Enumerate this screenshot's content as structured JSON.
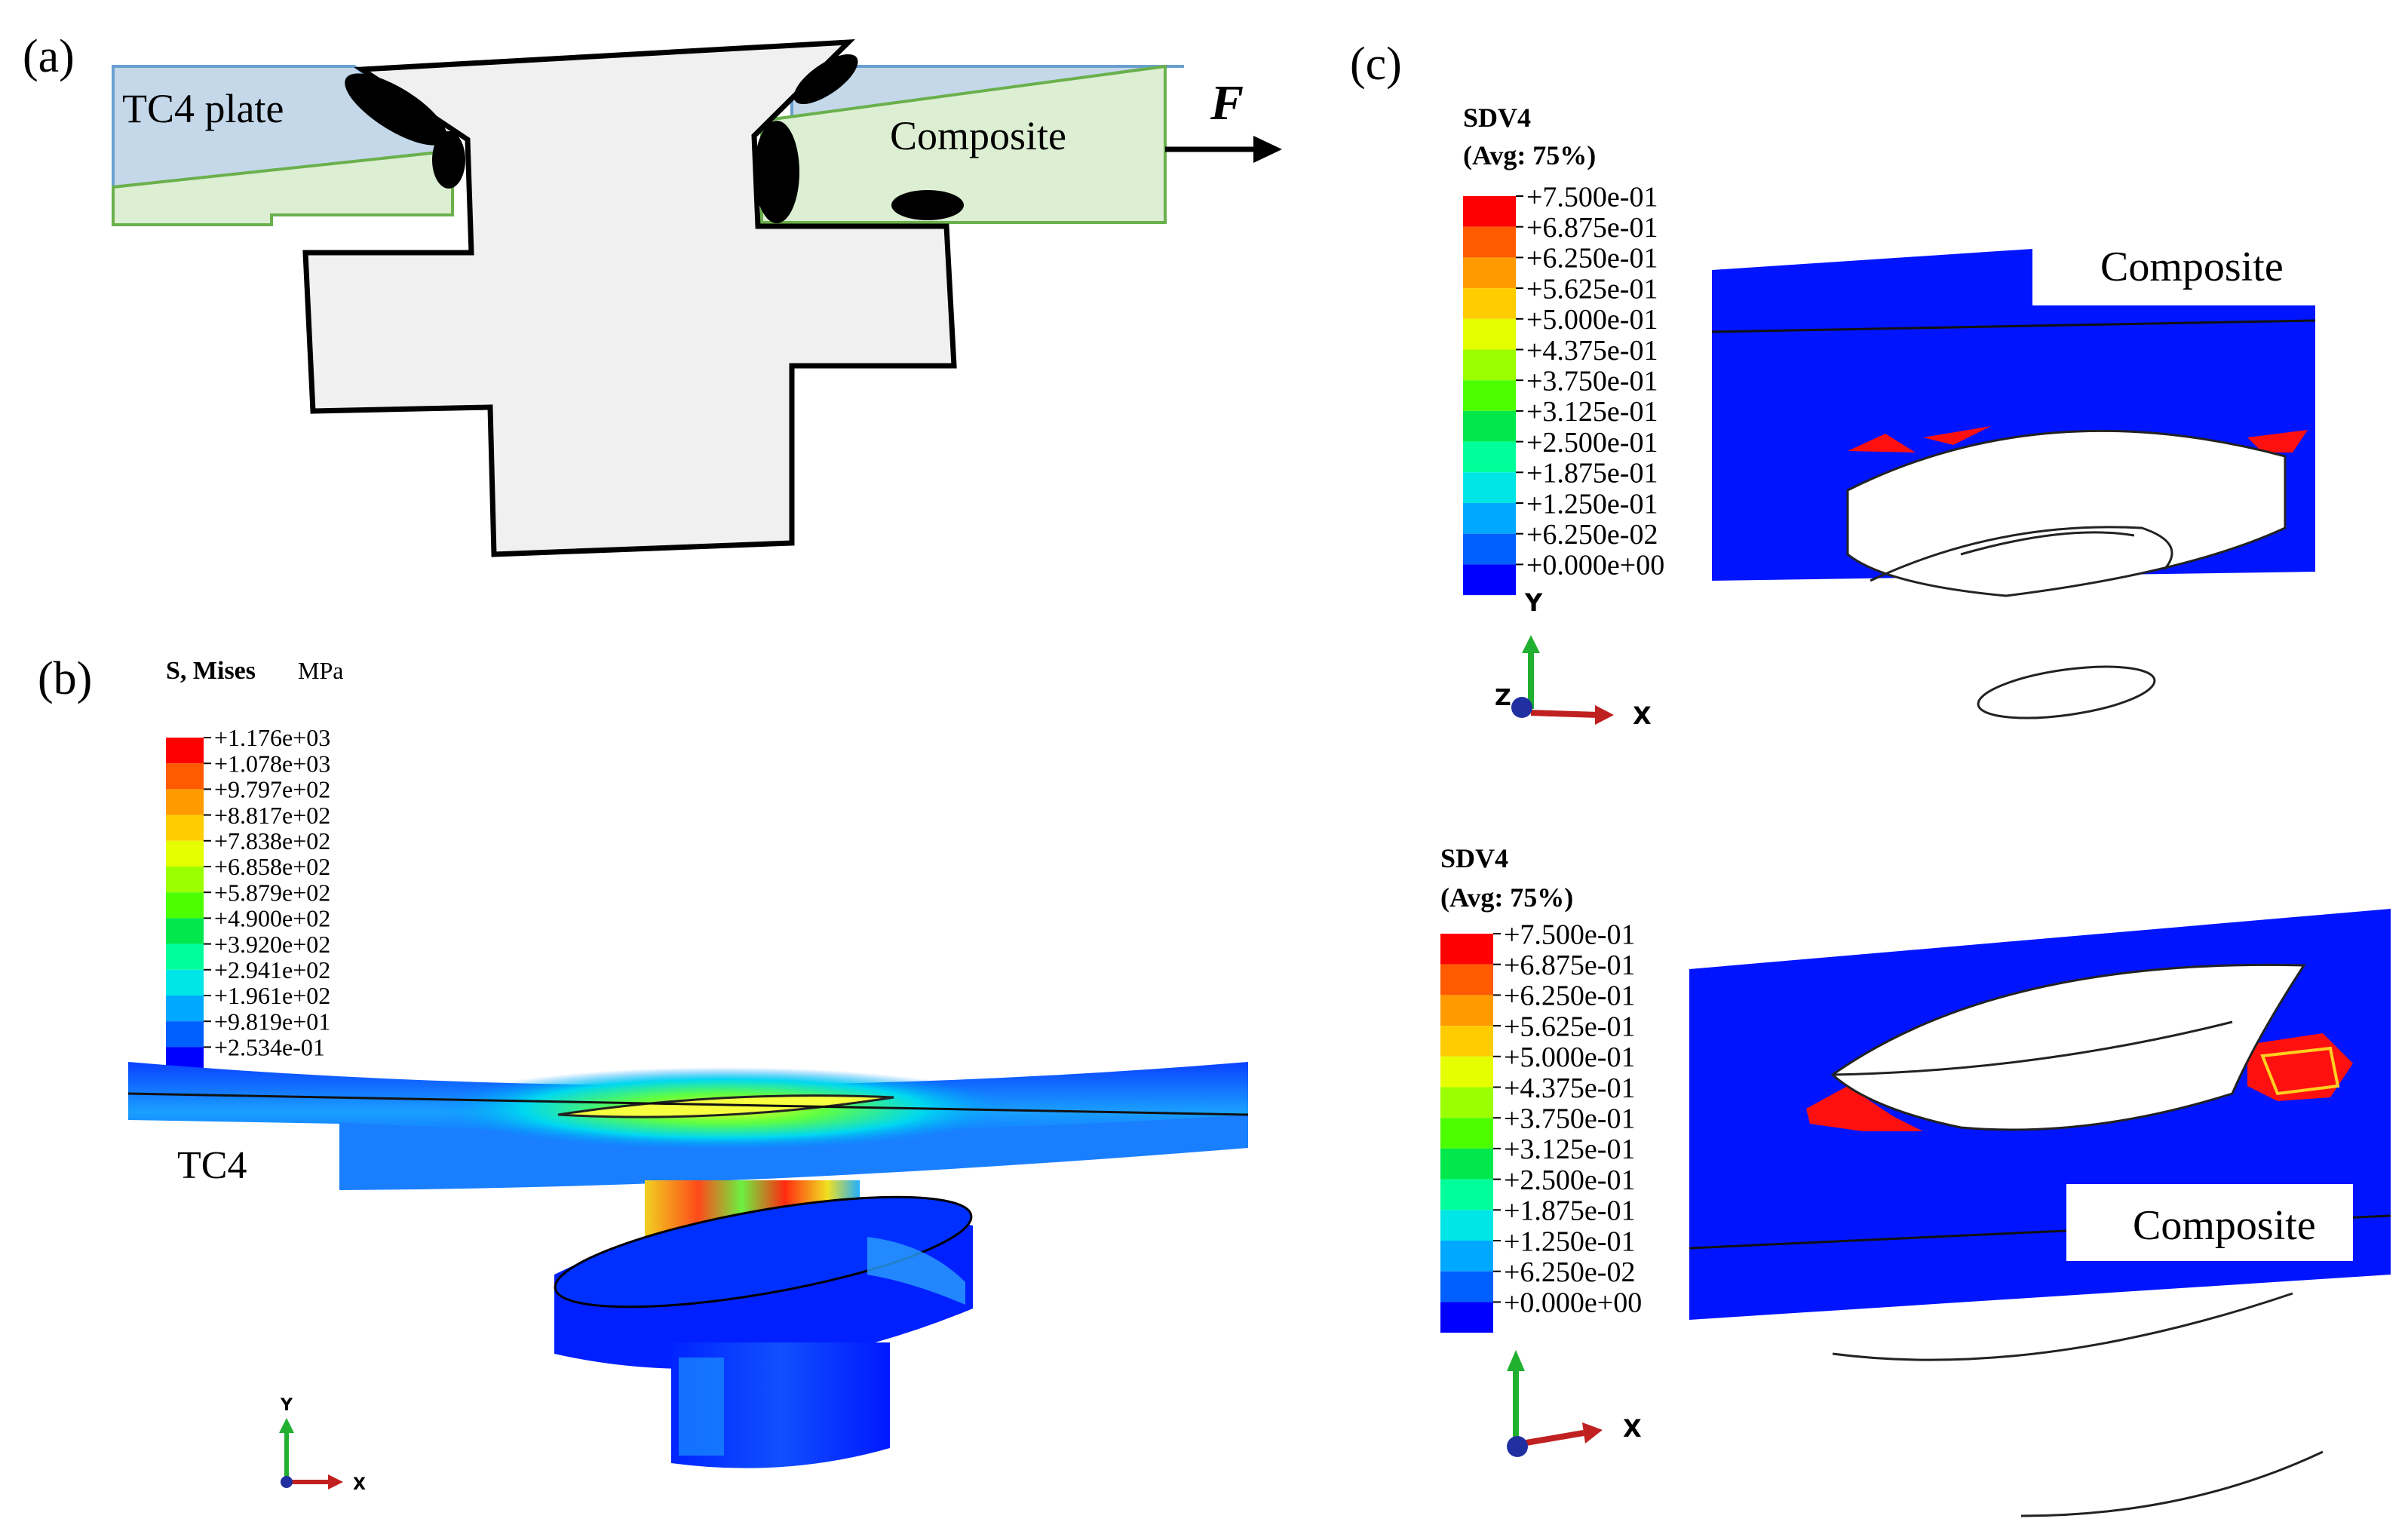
{
  "panels": {
    "a": {
      "label": "(a)",
      "tc4_label": "TC4 plate",
      "composite_label": "Composite",
      "force_label": "F"
    },
    "b": {
      "label": "(b)",
      "legend_title": "S, Mises",
      "legend_unit": "MPa",
      "legend_values": [
        "+1.176e+03",
        "+1.078e+03",
        "+9.797e+02",
        "+8.817e+02",
        "+7.838e+02",
        "+6.858e+02",
        "+5.879e+02",
        "+4.900e+02",
        "+3.920e+02",
        "+2.941e+02",
        "+1.961e+02",
        "+9.819e+01",
        "+2.534e-01"
      ],
      "tc4_label": "TC4",
      "axis_y": "Y",
      "axis_x": "X"
    },
    "c": {
      "label": "(c)",
      "top": {
        "legend_title": "SDV4",
        "legend_avg": "(Avg: 75%)",
        "legend_values": [
          "+7.500e-01",
          "+6.875e-01",
          "+6.250e-01",
          "+5.625e-01",
          "+5.000e-01",
          "+4.375e-01",
          "+3.750e-01",
          "+3.125e-01",
          "+2.500e-01",
          "+1.875e-01",
          "+1.250e-01",
          "+6.250e-02",
          "+0.000e+00"
        ],
        "composite_label": "Composite",
        "axis_y": "Y",
        "axis_z": "Z",
        "axis_x": "X"
      },
      "bottom": {
        "legend_title": "SDV4",
        "legend_avg": "(Avg: 75%)",
        "legend_values": [
          "+7.500e-01",
          "+6.875e-01",
          "+6.250e-01",
          "+5.625e-01",
          "+5.000e-01",
          "+4.375e-01",
          "+3.750e-01",
          "+3.125e-01",
          "+2.500e-01",
          "+1.875e-01",
          "+1.250e-01",
          "+6.250e-02",
          "+0.000e+00"
        ],
        "composite_label": "Composite",
        "axis_x": "X"
      }
    }
  },
  "colors": {
    "contour_scale": [
      "#ff0000",
      "#ff5a00",
      "#ff9a00",
      "#ffcc00",
      "#e6ff00",
      "#9cff00",
      "#4cff00",
      "#00e84c",
      "#00ff9a",
      "#00e6e6",
      "#00a8ff",
      "#0060ff",
      "#0000ff"
    ],
    "tc4_fill": "#c4d8ea",
    "tc4_stroke": "#6a9fd0",
    "composite_fill": "#dcefd3",
    "composite_stroke": "#6ab04c",
    "fastener_fill": "#f0f0f0",
    "model_blue": "#0014ff"
  }
}
